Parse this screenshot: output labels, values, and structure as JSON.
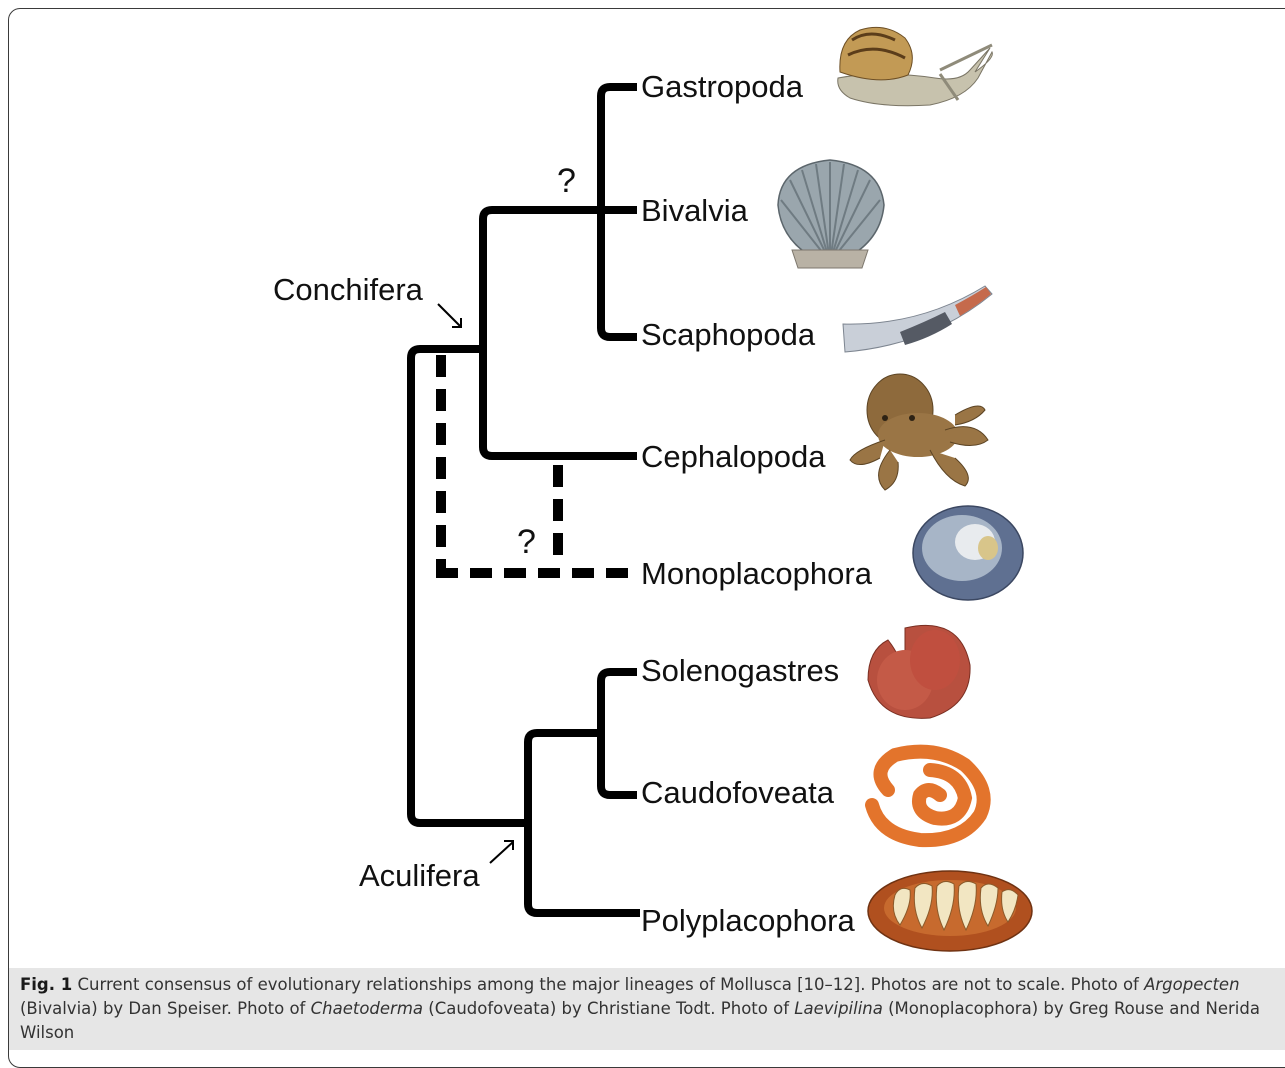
{
  "taxa": [
    {
      "name": "Gastropoda"
    },
    {
      "name": "Bivalvia"
    },
    {
      "name": "Scaphopoda"
    },
    {
      "name": "Cephalopoda"
    },
    {
      "name": "Monoplacophora"
    },
    {
      "name": "Solenogastres"
    },
    {
      "name": "Caudofoveata"
    },
    {
      "name": "Polyplacophora"
    }
  ],
  "clades": {
    "conchifera": "Conchifera",
    "aculifera": "Aculifera"
  },
  "uncertain_markers": [
    "?",
    "?"
  ],
  "caption": {
    "fig_label": "Fig. 1",
    "text_1": " Current consensus of evolutionary relationships among the major lineages of Mollusca [10–12]. Photos are not to scale. Photo of ",
    "genus_1": "Argopecten",
    "text_2": " (Bivalvia) by Dan Speiser. Photo of ",
    "genus_2": "Chaetoderma",
    "text_3": " (Caudofoveata) by Christiane Todt. Photo of ",
    "genus_3": "Laevipilina",
    "text_4": " (Monoplacophora) by Greg Rouse and Nerida Wilson"
  },
  "colors": {
    "branch": "#000000",
    "caption_bg": "#e6e6e6"
  }
}
